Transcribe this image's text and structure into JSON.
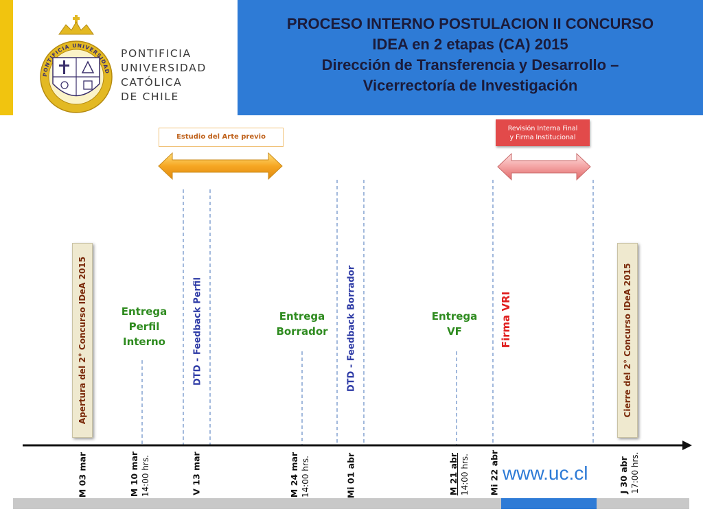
{
  "header": {
    "title_lines": [
      "PROCESO INTERNO POSTULACION II CONCURSO",
      "IDEA en 2 etapas (CA) 2015",
      "Dirección de Transferencia y Desarrollo –",
      "Vicerrectoría de Investigación"
    ]
  },
  "brand": {
    "lines": [
      "PONTIFICIA",
      "UNIVERSIDAD",
      "CATÓLICA",
      "DE CHILE"
    ],
    "seal_text": "PONTIFICIA UNIVERSIDAD CATOLICA DE CHILE"
  },
  "callouts": {
    "estudio": "Estudio del Arte previo",
    "revision_line1": "Revisión Interna Final",
    "revision_line2": "y Firma Institucional"
  },
  "milestones": {
    "apertura": "Apertura del 2° Concurso IDeA 2015",
    "cierre": "Cierre del 2° Concurso IDeA 2015",
    "entrega_perfil": [
      "Entrega",
      "Perfil",
      "Interno"
    ],
    "feedback_perfil": "DTD - Feedback Perfil",
    "entrega_borrador": [
      "Entrega",
      "Borrador"
    ],
    "feedback_borrador": "DTD - Feedback Borrador",
    "entrega_vf": [
      "Entrega",
      "VF"
    ],
    "firma_vri": "Firma  VRI"
  },
  "dates": {
    "d1": "M 03 mar",
    "d2": "M 10 mar",
    "d2_time": "14:00 hrs.",
    "d3": "V 13 mar",
    "d4": "M 24 mar",
    "d4_time": "14:00 hrs.",
    "d5": "Mi 01 abr",
    "d6": "M 21 abr",
    "d6_time": "14:00 hrs.",
    "d7": "Mi 22 abr",
    "d8": "J 30 abr",
    "d8_time": "17:00 hrs."
  },
  "footer": {
    "url": "www.uc.cl"
  },
  "colors": {
    "header_blue": "#2e7bd6",
    "accent_yellow": "#f1c40f",
    "arrow_orange": "#f6a623",
    "arrow_pink": "#f28b8b",
    "label_green": "#2e8b1f",
    "label_blue": "#2f3ca6",
    "label_red": "#e02020"
  }
}
